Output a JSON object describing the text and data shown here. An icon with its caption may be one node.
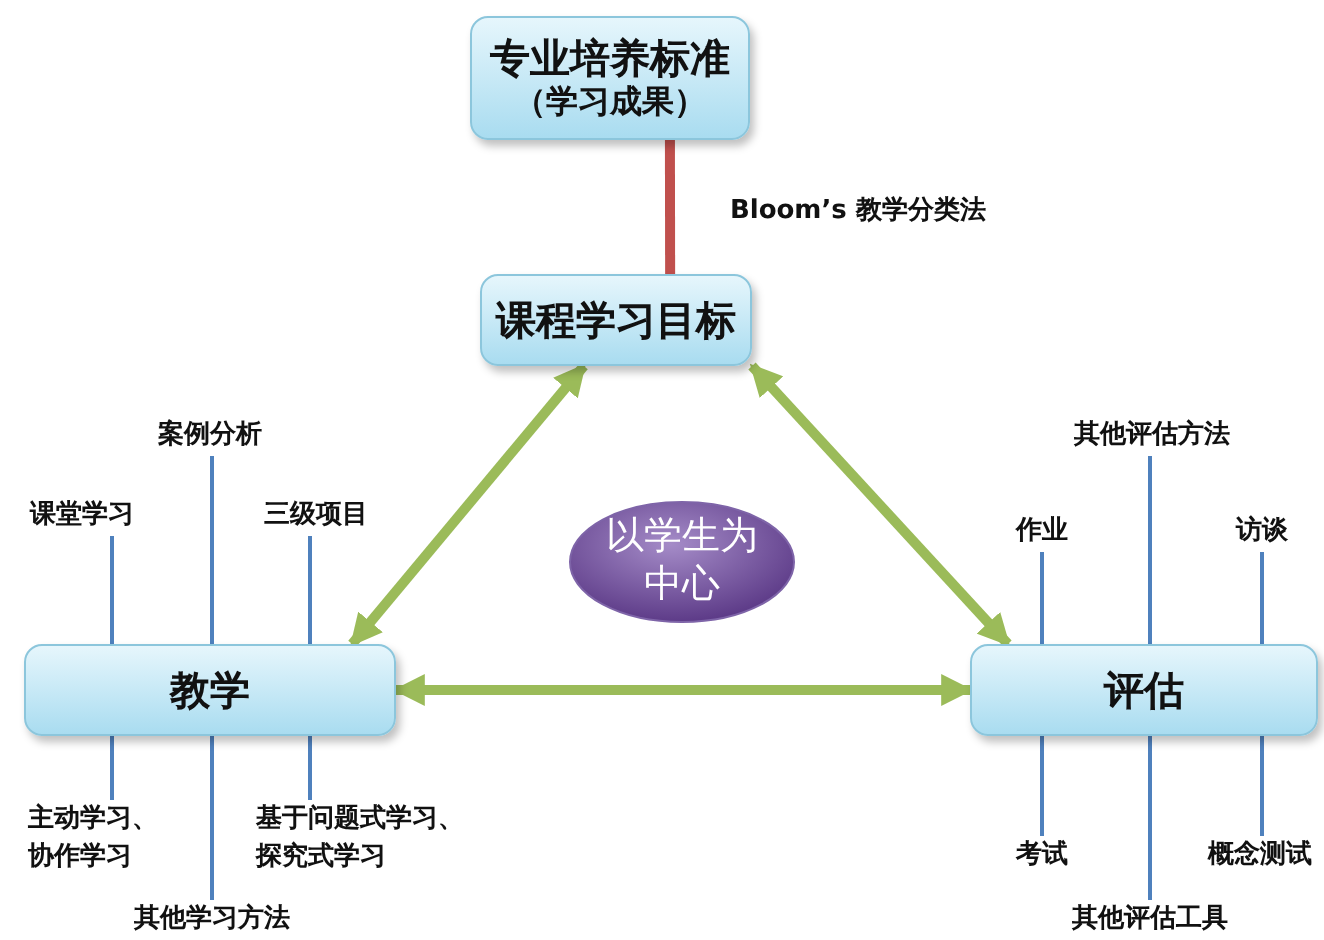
{
  "diagram": {
    "nodes": [
      {
        "text": [
          "专业培养标准",
          "（学习成果）"
        ]
      },
      {
        "text": [
          "课程学习目标"
        ]
      },
      {
        "text": [
          "案例分析"
        ]
      },
      {
        "text": [
          "其他评估方法"
        ]
      },
      {
        "text": [
          "课堂学习"
        ]
      },
      {
        "text": [
          "三级项目"
        ]
      },
      {
        "text": [
          "以学生为中心"
        ]
      },
      {
        "text": [
          "作业"
        ]
      },
      {
        "text": [
          "访谈"
        ]
      },
      {
        "text": [
          "教学"
        ]
      },
      {
        "text": [
          "评估"
        ]
      },
      {
        "text": [
          "主动学习、协作学习"
        ]
      },
      {
        "text": [
          "基于问题式学习、探究式学习"
        ]
      },
      {
        "text": [
          "考试"
        ]
      },
      {
        "text": [
          "概念测试"
        ]
      },
      {
        "text": [
          "其他学习方法"
        ]
      },
      {
        "text": [
          "其他评估工具"
        ]
      }
    ],
    "edges": [
      {
        "from": 0,
        "to": 1,
        "arrow": "none",
        "label": "Bloom’s 教学分类法",
        "style": "thick",
        "color": "#c0504d"
      },
      {
        "from": 1,
        "to": 9,
        "arrow": "both",
        "style": "thick",
        "color": "#9bbb59"
      },
      {
        "from": 1,
        "to": 10,
        "arrow": "both",
        "style": "thick",
        "color": "#9bbb59"
      },
      {
        "from": 9,
        "to": 10,
        "arrow": "both",
        "style": "thick",
        "color": "#9bbb59"
      },
      {
        "from": 9,
        "to": 4,
        "arrow": "none"
      },
      {
        "from": 9,
        "to": 2,
        "arrow": "none"
      },
      {
        "from": 9,
        "to": 5,
        "arrow": "none"
      },
      {
        "from": 9,
        "to": 11,
        "arrow": "none"
      },
      {
        "from": 9,
        "to": 15,
        "arrow": "none"
      },
      {
        "from": 9,
        "to": 12,
        "arrow": "none"
      },
      {
        "from": 10,
        "to": 7,
        "arrow": "none"
      },
      {
        "from": 10,
        "to": 3,
        "arrow": "none"
      },
      {
        "from": 10,
        "to": 8,
        "arrow": "none"
      },
      {
        "from": 10,
        "to": 13,
        "arrow": "none"
      },
      {
        "from": 10,
        "to": 16,
        "arrow": "none"
      },
      {
        "from": 10,
        "to": 14,
        "arrow": "none"
      }
    ]
  }
}
